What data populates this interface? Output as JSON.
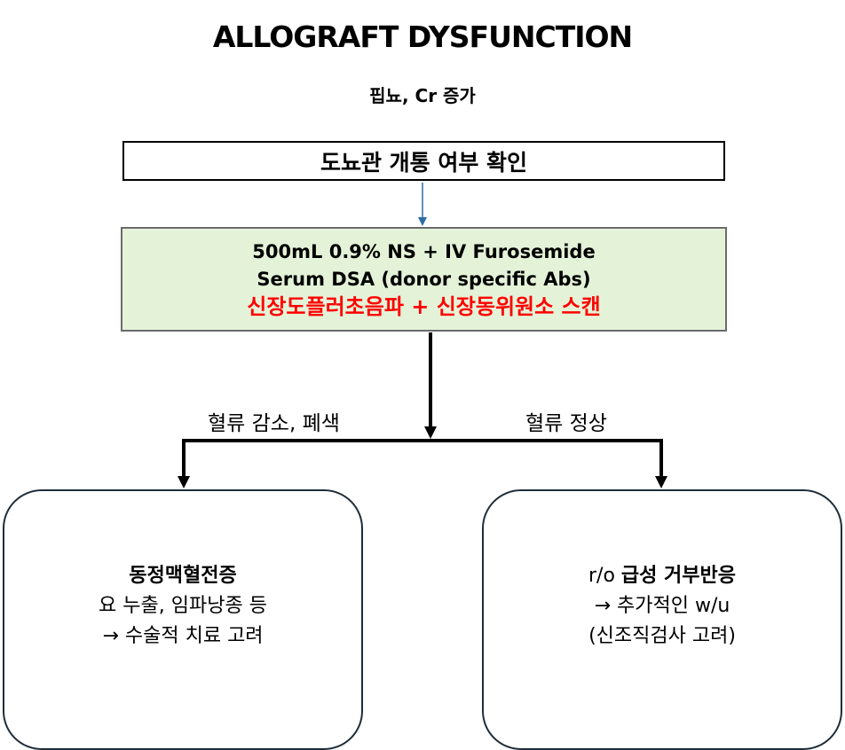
{
  "title": "ALLOGRAFT DYSFUNCTION",
  "subtitle": "핍뇨, Cr 증가",
  "step1": "도뇨관 개통 여부 확인",
  "step2": {
    "line1": "500mL 0.9% NS + IV Furosemide",
    "line2": "Serum DSA (donor specific Abs)",
    "line3": "신장도플러초음파 + 신장동위원소 스캔",
    "line3_color": "#ff0000",
    "background": "#e4f3d8"
  },
  "branch_left_label": "혈류 감소, 폐색",
  "branch_right_label": "혈류 정상",
  "left_outcome": {
    "heading": "동정맥혈전증",
    "line2": "요 누출, 임파낭종 등",
    "line3": "→ 수술적 치료 고려"
  },
  "right_outcome": {
    "heading_prefix": "r/o ",
    "heading": "급성 거부반응",
    "line2": "→ 추가적인 w/u",
    "line3": "(신조직검사 고려)"
  },
  "arrow_color_small": "#2e6da4"
}
